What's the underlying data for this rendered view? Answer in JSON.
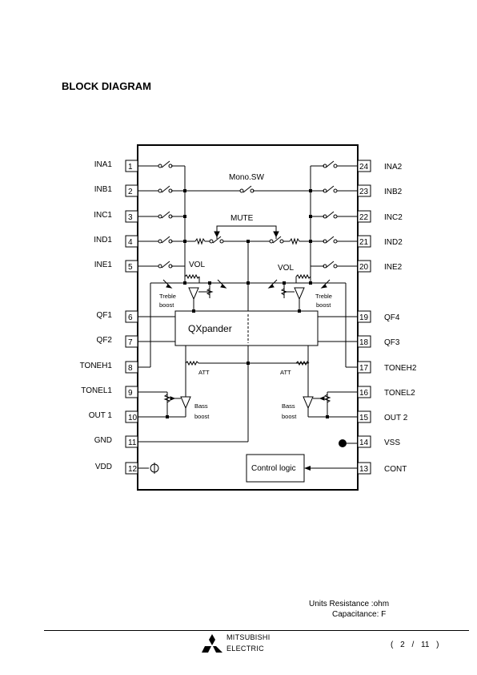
{
  "title": "BLOCK DIAGRAM",
  "pins_left": [
    {
      "num": "1",
      "label": "INA1"
    },
    {
      "num": "2",
      "label": "INB1"
    },
    {
      "num": "3",
      "label": "INC1"
    },
    {
      "num": "4",
      "label": "IND1"
    },
    {
      "num": "5",
      "label": "INE1"
    },
    {
      "num": "6",
      "label": "QF1"
    },
    {
      "num": "7",
      "label": "QF2"
    },
    {
      "num": "8",
      "label": "TONEH1"
    },
    {
      "num": "9",
      "label": "TONEL1"
    },
    {
      "num": "10",
      "label": "OUT 1"
    },
    {
      "num": "11",
      "label": "GND"
    },
    {
      "num": "12",
      "label": "VDD"
    }
  ],
  "pins_right": [
    {
      "num": "24",
      "label": "INA2"
    },
    {
      "num": "23",
      "label": "INB2"
    },
    {
      "num": "22",
      "label": "INC2"
    },
    {
      "num": "21",
      "label": "IND2"
    },
    {
      "num": "20",
      "label": "INE2"
    },
    {
      "num": "19",
      "label": "QF4"
    },
    {
      "num": "18",
      "label": "QF3"
    },
    {
      "num": "17",
      "label": "TONEH2"
    },
    {
      "num": "16",
      "label": "TONEL2"
    },
    {
      "num": "15",
      "label": "OUT 2"
    },
    {
      "num": "14",
      "label": "VSS"
    },
    {
      "num": "13",
      "label": "CONT"
    }
  ],
  "blocks": {
    "mono_sw": "Mono.SW",
    "mute": "MUTE",
    "vol_left": "VOL",
    "vol_right": "VOL",
    "treble": "Treble",
    "boost": "boost",
    "qxpander": "QXpander",
    "att_left": "ATT",
    "att_right": "ATT",
    "bass": "Bass",
    "control_logic": "Control logic"
  },
  "units": {
    "line1": "Units  Resistance  :ohm",
    "line2": "Capacitance: F"
  },
  "footer": {
    "brand_line1": "MITSUBISHI",
    "brand_line2": "ELECTRIC",
    "page": "( 2  / 11  )"
  }
}
